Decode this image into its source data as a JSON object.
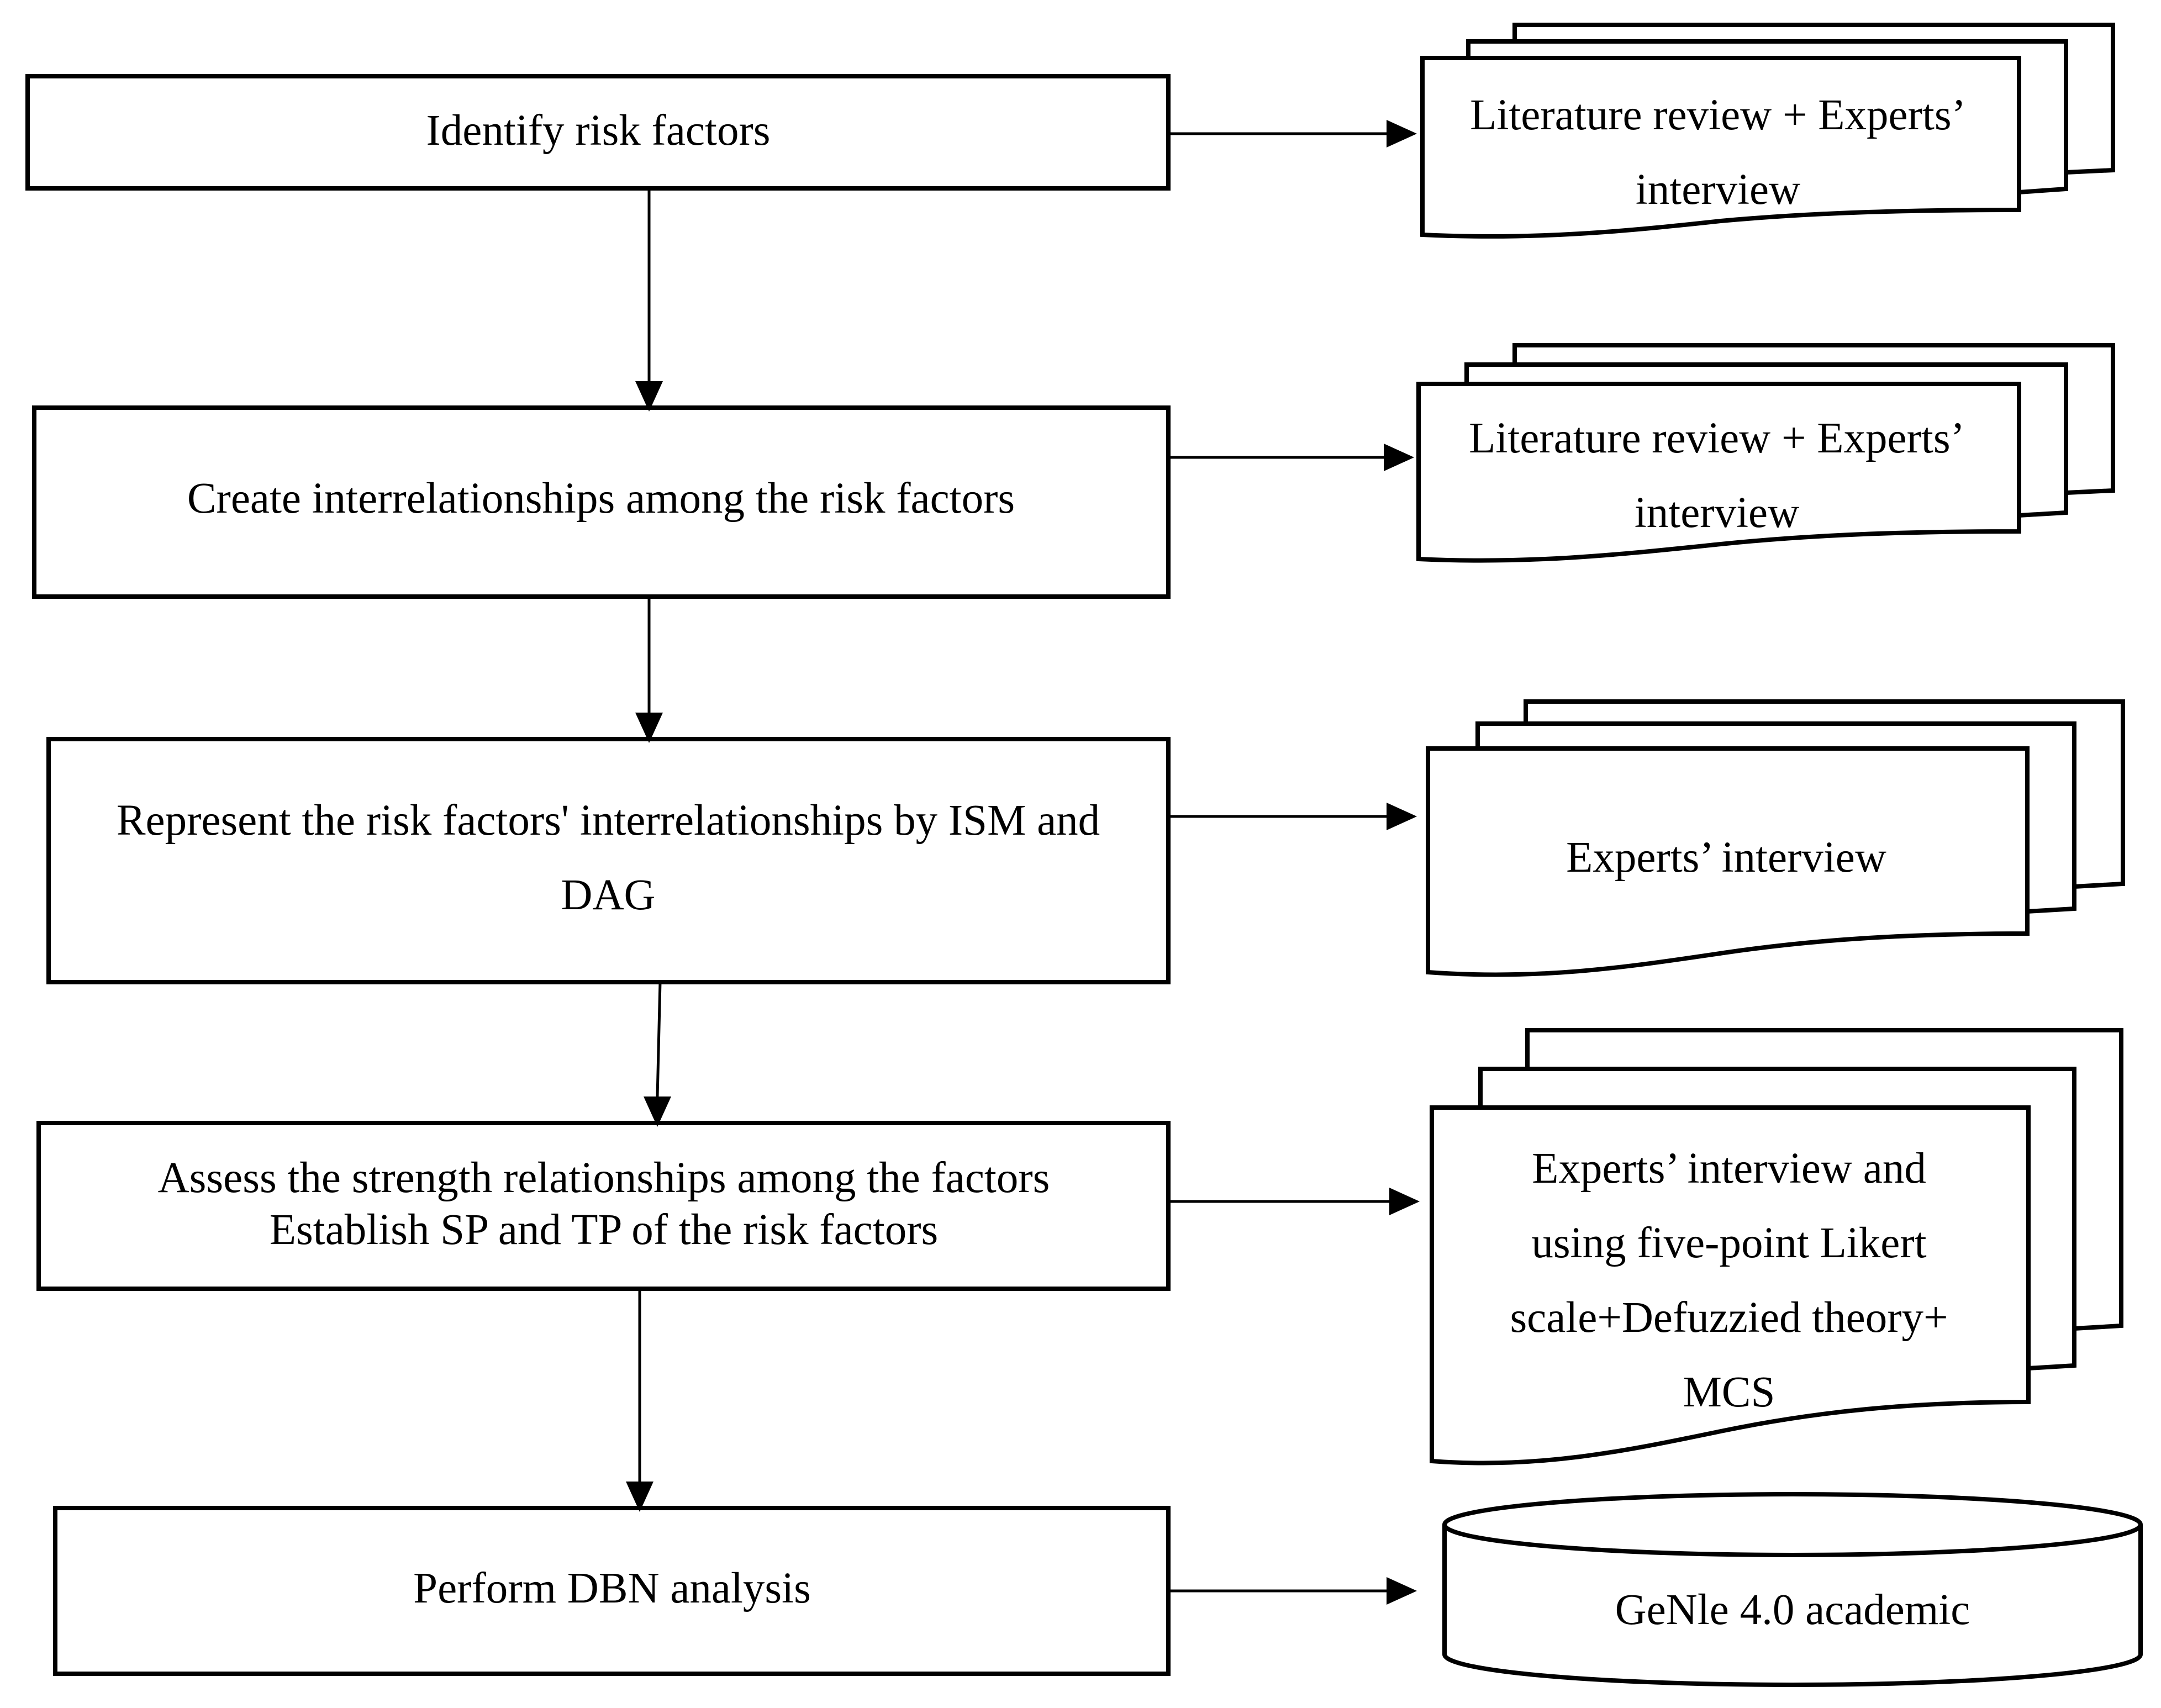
{
  "steps": [
    {
      "lines": [
        "Identify risk factors"
      ]
    },
    {
      "lines": [
        "Create interrelationships among the risk factors"
      ]
    },
    {
      "lines": [
        "Represent the risk factors' interrelationships by ISM and",
        "DAG"
      ]
    },
    {
      "lines": [
        "Assess the strength relationships among the factors",
        "Establish SP and TP of the risk factors"
      ]
    },
    {
      "lines": [
        "Perform DBN analysis"
      ]
    }
  ],
  "sources": [
    {
      "shape": "multi-document",
      "lines": [
        "Literature review + Experts’",
        "interview"
      ]
    },
    {
      "shape": "multi-document",
      "lines": [
        "Literature review + Experts’",
        "interview"
      ]
    },
    {
      "shape": "multi-document",
      "lines": [
        "Experts’ interview"
      ]
    },
    {
      "shape": "multi-document",
      "lines": [
        "Experts’ interview and",
        "using five-point Likert",
        "scale+Defuzzied theory+",
        "MCS"
      ]
    },
    {
      "shape": "database",
      "lines": [
        "GeNle 4.0 academic"
      ]
    }
  ]
}
